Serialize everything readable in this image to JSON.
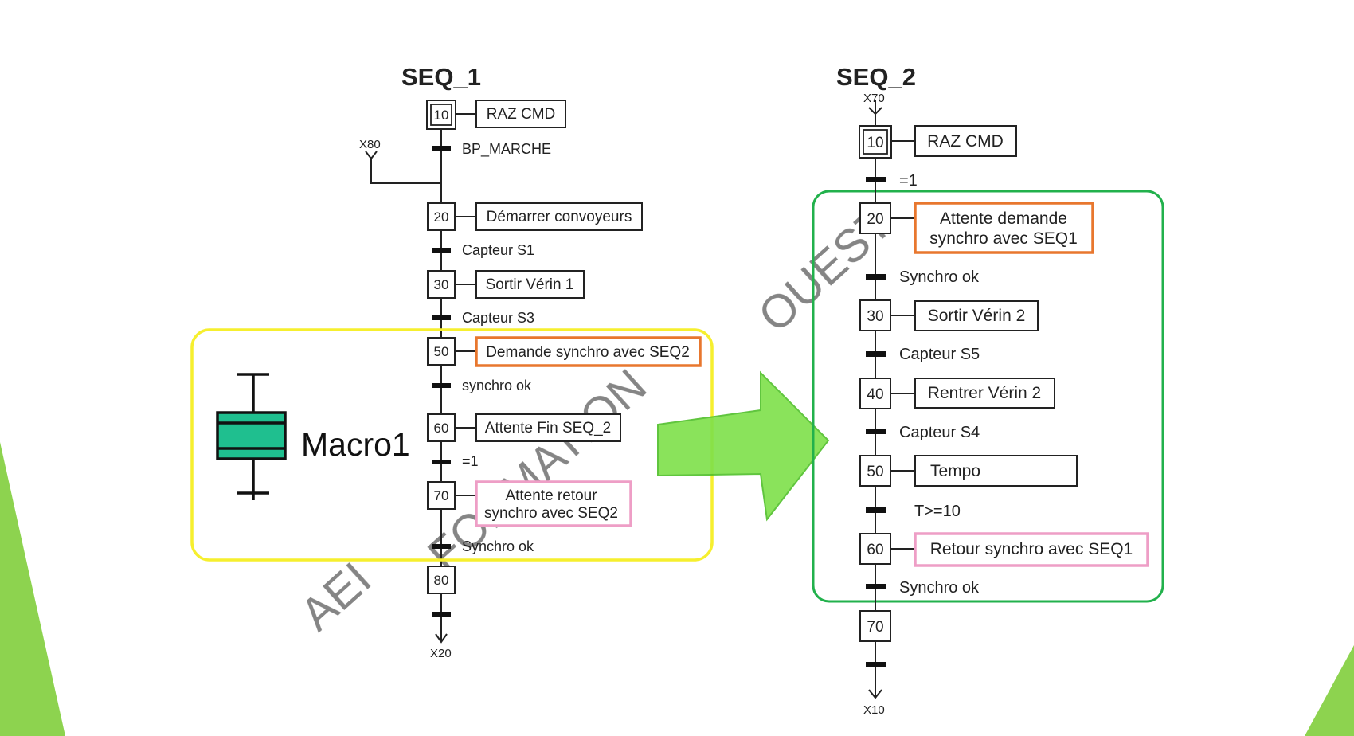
{
  "colors": {
    "seq1_title": "#4f81bd",
    "seq2_title": "#f5b800",
    "yellow_frame": "#f6ef2e",
    "green_frame": "#22b14c",
    "arrow_fill": "#7ee04a",
    "orange_box": "#e8772e",
    "pink_box": "#ee9ec6",
    "macro_fill": "#1fbf8f",
    "corner_green": "#8dd34f",
    "watermark": "#f3e6a6"
  },
  "seq1": {
    "title": "SEQ_1",
    "link_in": "X80",
    "link_out": "X20",
    "steps": [
      {
        "num": "10",
        "initial": true,
        "action": "RAZ CMD",
        "highlight": "none"
      },
      {
        "num": "20",
        "action": "Démarrer convoyeurs",
        "highlight": "none"
      },
      {
        "num": "30",
        "action": "Sortir Vérin 1",
        "highlight": "none"
      },
      {
        "num": "50",
        "action": "Demande synchro avec SEQ2",
        "highlight": "orange"
      },
      {
        "num": "60",
        "action": "Attente Fin SEQ_2",
        "highlight": "none"
      },
      {
        "num": "70",
        "action_line1": "Attente retour",
        "action_line2": "synchro avec SEQ2",
        "highlight": "pink"
      },
      {
        "num": "80",
        "action": "",
        "highlight": "none"
      }
    ],
    "transitions": [
      "BP_MARCHE",
      "Capteur S1",
      "Capteur S3",
      "synchro ok",
      "=1",
      "Synchro ok",
      ""
    ]
  },
  "seq2": {
    "title": "SEQ_2",
    "link_in": "X70",
    "link_out": "X10",
    "steps": [
      {
        "num": "10",
        "initial": true,
        "action": "RAZ CMD",
        "highlight": "none"
      },
      {
        "num": "20",
        "action_line1": "Attente demande",
        "action_line2": "synchro avec SEQ1",
        "highlight": "orange"
      },
      {
        "num": "30",
        "action": "Sortir Vérin 2",
        "highlight": "none"
      },
      {
        "num": "40",
        "action": "Rentrer Vérin 2",
        "highlight": "none"
      },
      {
        "num": "50",
        "action": "Tempo",
        "highlight": "none"
      },
      {
        "num": "60",
        "action": "Retour synchro avec SEQ1",
        "highlight": "pink"
      },
      {
        "num": "70",
        "action": "",
        "highlight": "none"
      }
    ],
    "transitions": [
      "=1",
      "Synchro ok",
      "Capteur S5",
      "Capteur S4",
      "T>=10",
      "Synchro ok",
      ""
    ]
  },
  "macro": {
    "label": "Macro1",
    "icon": "macro-step-icon"
  },
  "arrow": {
    "icon": "big-right-arrow-icon"
  },
  "watermark": {
    "line1": "AEI",
    "line2": "FORMATION",
    "line3": "OUEST"
  }
}
